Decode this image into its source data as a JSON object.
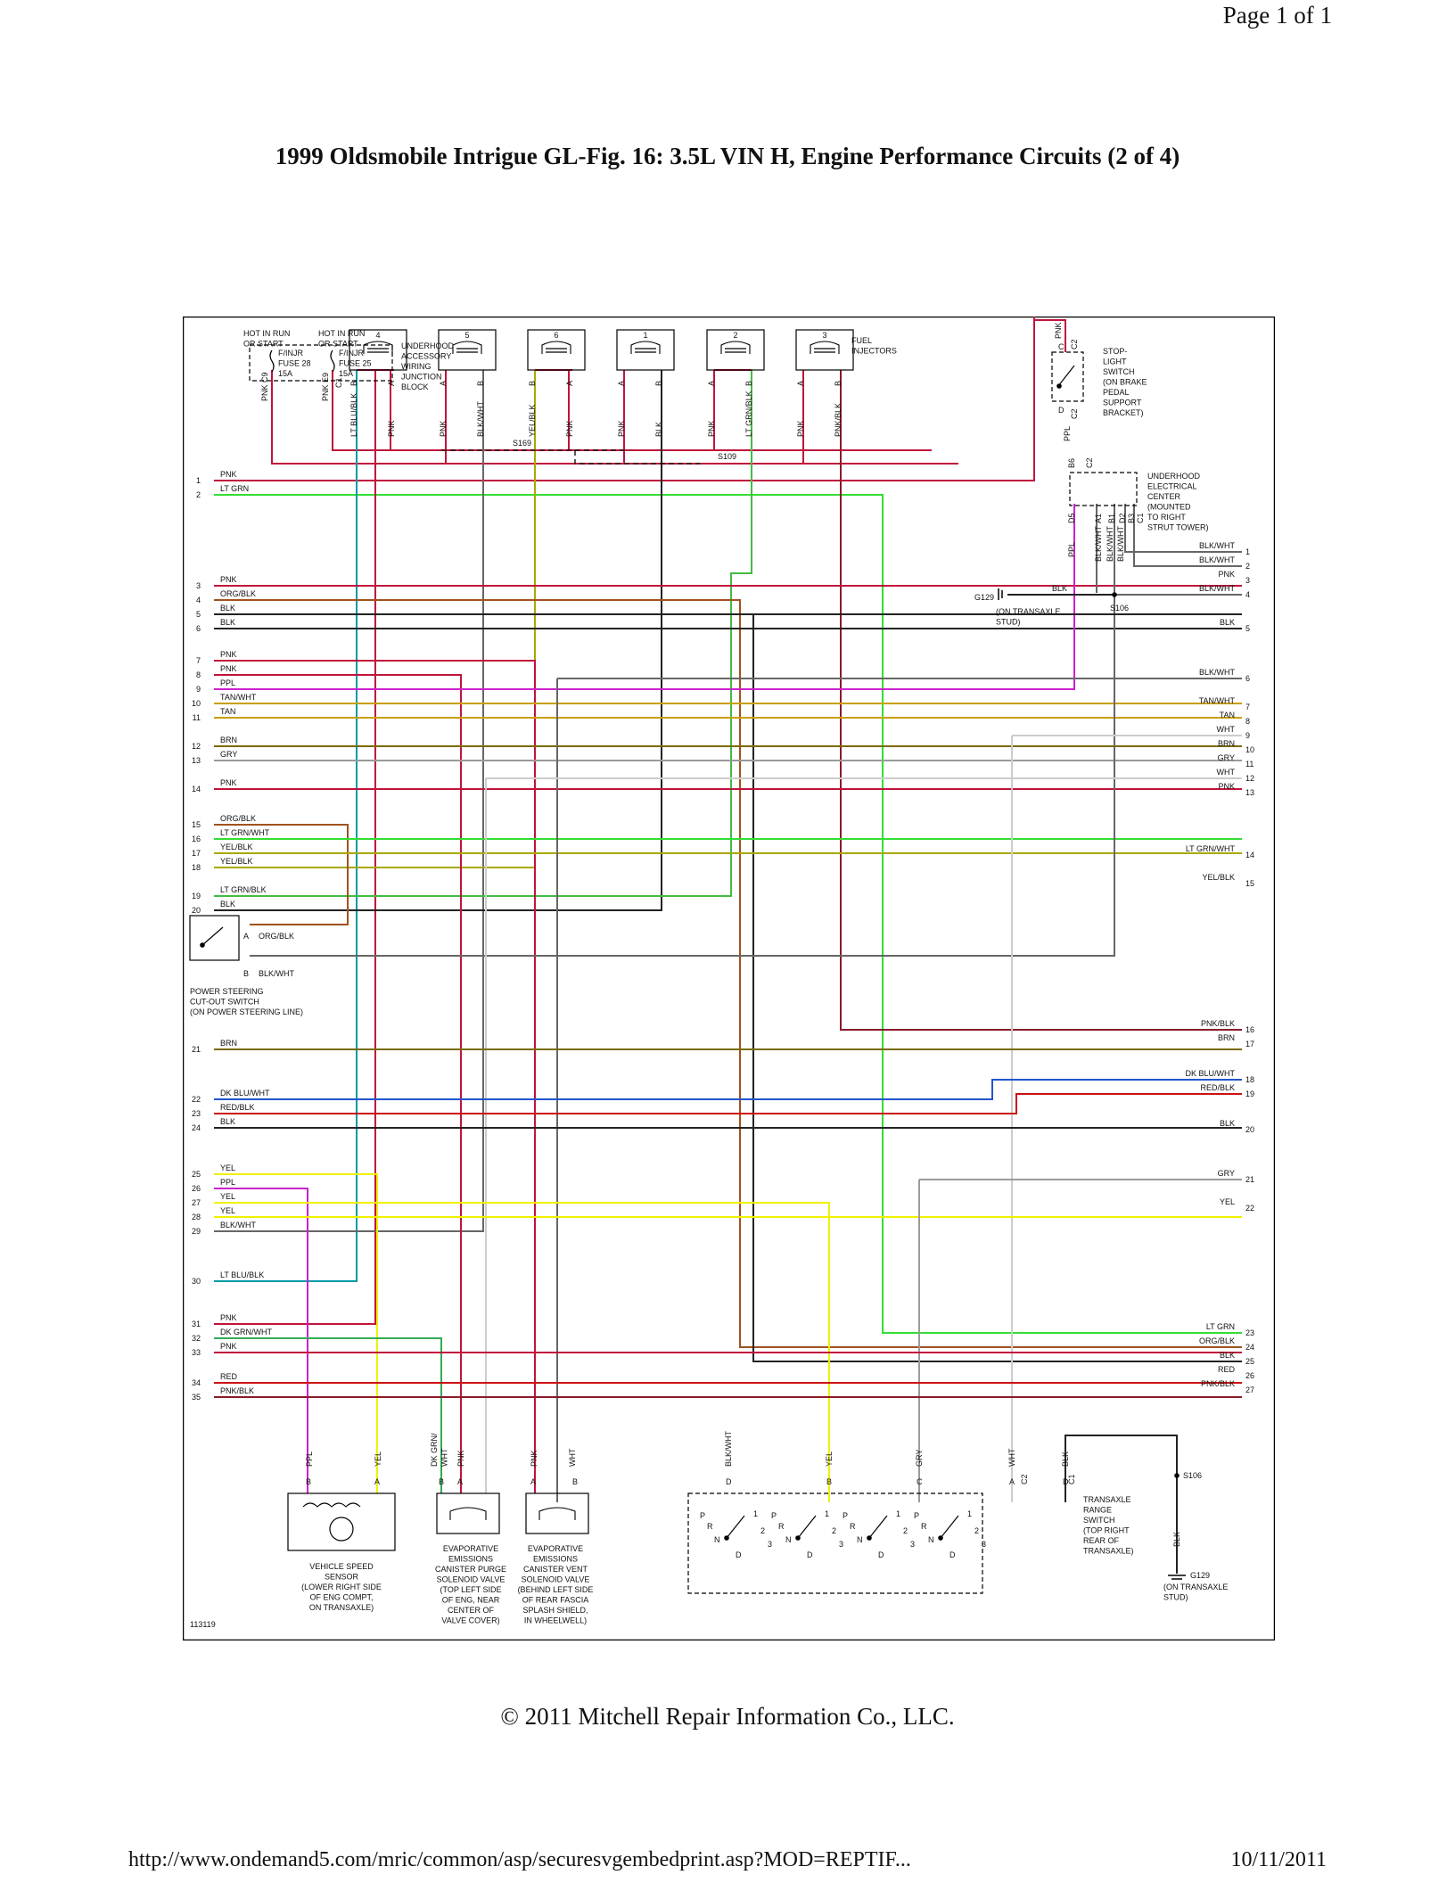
{
  "header": {
    "page": "Page 1 of 1"
  },
  "title": "1999 Oldsmobile Intrigue GL-Fig. 16: 3.5L VIN H, Engine Performance Circuits (2 of 4)",
  "footer": {
    "copyright": "© 2011 Mitchell Repair Information Co., LLC.",
    "url": "http://www.ondemand5.com/mric/common/asp/securesvgembedprint.asp?MOD=REPTIF...",
    "date": "10/11/2011"
  },
  "diagram": {
    "figure_id": "113119",
    "colors": {
      "PNK": "#c0143c",
      "LT GRN": "#33dd33",
      "ORG/BLK": "#a0521e",
      "BLK": "#222222",
      "PPL": "#cc22cc",
      "TAN": "#c8a000",
      "BRN": "#7a6a00",
      "GRY": "#9a9a9a",
      "YEL": "#f0f000",
      "WHT": "#cccccc",
      "LT BLU/BLK": "#0099aa",
      "DK BLU": "#2255cc",
      "RED": "#cc1111",
      "PNK/BLK": "#8a1a2a",
      "LT GRN/BLK": "#44bb44",
      "DK GRN": "#33aa55",
      "YEL/BLK": "#a8a800",
      "BLK/WHT": "#666666"
    },
    "fuse_block": {
      "hot1": "HOT IN RUN\nOR START",
      "hot2": "HOT IN RUN\nOR START",
      "fuse1": "F/INJR\nFUSE 28\n15A",
      "fuse2": "F/INJR\nFUSE 25\n15A",
      "name": "UNDERHOOD\nACCESSORY\nWIRING\nJUNCTION\nBLOCK",
      "pin1": "C9",
      "pin1_wire": "PNK",
      "pin2": "E9",
      "pin2_extra": "C1",
      "pin2_wire": "PNK"
    },
    "injectors": [
      {
        "num": "4",
        "pinL": "B",
        "pinR": "A",
        "wireL": "LT BLU/BLK",
        "wireR": "PNK"
      },
      {
        "num": "5",
        "pinL": "A",
        "pinR": "B",
        "wireL": "PNK",
        "wireR": "BLK/WHT"
      },
      {
        "num": "6",
        "pinL": "B",
        "pinR": "A",
        "wireL": "YEL/BLK",
        "wireR": "PNK"
      },
      {
        "num": "1",
        "pinL": "A",
        "pinR": "B",
        "wireL": "PNK",
        "wireR": "BLK"
      },
      {
        "num": "2",
        "pinL": "A",
        "pinR": "B",
        "wireL": "PNK",
        "wireR": "LT GRN/BLK"
      },
      {
        "num": "3",
        "pinL": "A",
        "pinR": "B",
        "wireL": "PNK",
        "wireR": "PNK/BLK"
      }
    ],
    "fuel_injectors_label": "FUEL\nINJECTORS",
    "splices": {
      "s169": "S169",
      "s109": "S109",
      "s106": "S106",
      "s106b": "S106"
    },
    "stoplight": {
      "wire_top": "PNK",
      "pin_top": "C",
      "conn_top": "C2",
      "pin_bot": "D",
      "conn_bot": "C2",
      "wire_bot": "PPL",
      "name": "STOP-\nLIGHT\nSWITCH\n(ON BRAKE\nPEDAL\nSUPPORT\nBRACKET)"
    },
    "electrical_center": {
      "top_pin": "B6",
      "top_conn": "C2",
      "pins": [
        "D5",
        "A1",
        "B1",
        "D2",
        "B3",
        "C1"
      ],
      "wires": [
        "PPL",
        "BLK/WHT",
        "BLK/WHT",
        "BLK/WHT"
      ],
      "name": "UNDERHOOD\nELECTRICAL\nCENTER\n(MOUNTED\nTO RIGHT\nSTRUT TOWER)"
    },
    "ground_g129": {
      "name": "G129",
      "wire": "BLK",
      "note": "(ON TRANSAXLE\nSTUD)"
    },
    "left_rows": [
      {
        "n": "1",
        "c": "PNK"
      },
      {
        "n": "2",
        "c": "LT GRN"
      },
      {
        "n": "3",
        "c": "PNK"
      },
      {
        "n": "4",
        "c": "ORG/BLK"
      },
      {
        "n": "5",
        "c": "BLK"
      },
      {
        "n": "6",
        "c": "BLK"
      },
      {
        "n": "7",
        "c": "PNK"
      },
      {
        "n": "8",
        "c": "PNK"
      },
      {
        "n": "9",
        "c": "PPL"
      },
      {
        "n": "10",
        "c": "TAN/WHT"
      },
      {
        "n": "11",
        "c": "TAN"
      },
      {
        "n": "12",
        "c": "BRN"
      },
      {
        "n": "13",
        "c": "GRY"
      },
      {
        "n": "14",
        "c": "PNK"
      },
      {
        "n": "15",
        "c": "ORG/BLK"
      },
      {
        "n": "16",
        "c": "LT GRN/WHT"
      },
      {
        "n": "17",
        "c": "YEL/BLK"
      },
      {
        "n": "18",
        "c": "YEL/BLK"
      },
      {
        "n": "19",
        "c": "LT GRN/BLK"
      },
      {
        "n": "20",
        "c": "BLK"
      },
      {
        "n": "21",
        "c": "BRN"
      },
      {
        "n": "22",
        "c": "DK BLU/WHT"
      },
      {
        "n": "23",
        "c": "RED/BLK"
      },
      {
        "n": "24",
        "c": "BLK"
      },
      {
        "n": "25",
        "c": "YEL"
      },
      {
        "n": "26",
        "c": "PPL"
      },
      {
        "n": "27",
        "c": "YEL"
      },
      {
        "n": "28",
        "c": "YEL"
      },
      {
        "n": "29",
        "c": "BLK/WHT"
      },
      {
        "n": "30",
        "c": "LT BLU/BLK"
      },
      {
        "n": "31",
        "c": "PNK"
      },
      {
        "n": "32",
        "c": "DK GRN/WHT"
      },
      {
        "n": "33",
        "c": "PNK"
      },
      {
        "n": "34",
        "c": "RED"
      },
      {
        "n": "35",
        "c": "PNK/BLK"
      }
    ],
    "right_rows": [
      {
        "n": "1",
        "c": "BLK/WHT"
      },
      {
        "n": "2",
        "c": "BLK/WHT"
      },
      {
        "n": "3",
        "c": "PNK"
      },
      {
        "n": "4",
        "c": "BLK/WHT"
      },
      {
        "n": "5",
        "c": "BLK"
      },
      {
        "n": "6",
        "c": "BLK/WHT"
      },
      {
        "n": "7",
        "c": "TAN/WHT"
      },
      {
        "n": "8",
        "c": "TAN"
      },
      {
        "n": "9",
        "c": "WHT"
      },
      {
        "n": "10",
        "c": "BRN"
      },
      {
        "n": "11",
        "c": "GRY"
      },
      {
        "n": "12",
        "c": "WHT"
      },
      {
        "n": "13",
        "c": "PNK"
      },
      {
        "n": "14",
        "c": "LT GRN/WHT"
      },
      {
        "n": "15",
        "c": "YEL/BLK"
      },
      {
        "n": "16",
        "c": "PNK/BLK"
      },
      {
        "n": "17",
        "c": "BRN"
      },
      {
        "n": "18",
        "c": "DK BLU/WHT"
      },
      {
        "n": "19",
        "c": "RED/BLK"
      },
      {
        "n": "20",
        "c": "BLK"
      },
      {
        "n": "21",
        "c": "GRY"
      },
      {
        "n": "22",
        "c": "YEL"
      },
      {
        "n": "23",
        "c": "LT GRN"
      },
      {
        "n": "24",
        "c": "ORG/BLK"
      },
      {
        "n": "25",
        "c": "BLK"
      },
      {
        "n": "26",
        "c": "RED"
      },
      {
        "n": "27",
        "c": "PNK/BLK"
      }
    ],
    "ps_switch": {
      "pinA": "A",
      "wireA": "ORG/BLK",
      "pinB": "B",
      "wireB": "BLK/WHT",
      "name": "POWER STEERING\nCUT-OUT SWITCH\n(ON POWER STEERING LINE)"
    },
    "vss": {
      "pinB": "B",
      "pinA": "A",
      "wireB": "PPL",
      "wireA": "YEL",
      "name": "VEHICLE SPEED\nSENSOR\n(LOWER RIGHT SIDE\nOF ENG COMPT,\nON TRANSAXLE)"
    },
    "purge": {
      "pinB": "B",
      "pinA": "A",
      "wireB": "DK GRN/\nWHT",
      "wireA": "PNK",
      "name": "EVAPORATIVE\nEMISSIONS\nCANISTER PURGE\nSOLENOID VALVE\n(TOP LEFT SIDE\nOF ENG, NEAR\nCENTER OF\nVALVE COVER)"
    },
    "vent": {
      "pinA": "A",
      "pinB": "B",
      "wireA": "PNK",
      "wireB": "WHT",
      "name": "EVAPORATIVE\nEMISSIONS\nCANISTER VENT\nSOLENOID VALVE\n(BEHIND LEFT SIDE\nOF REAR FASCIA\nSPLASH SHIELD,\nIN WHEELWELL)"
    },
    "trs": {
      "pins": [
        {
          "pin": "D",
          "wire": "BLK/WHT"
        },
        {
          "pin": "B",
          "wire": "YEL"
        },
        {
          "pin": "C",
          "wire": "GRY"
        },
        {
          "pin": "A",
          "wire": "WHT"
        },
        {
          "pin": "D",
          "wire": "BLK"
        }
      ],
      "conn2": "C2",
      "conn1": "C1",
      "gears": [
        "P",
        "R",
        "N",
        "D",
        "1",
        "2",
        "3"
      ],
      "name": "TRANSAXLE\nRANGE\nSWITCH\n(TOP RIGHT\nREAR OF\nTRANSAXLE)",
      "ground_wire": "BLK",
      "ground": "G129",
      "ground_note": "(ON TRANSAXLE\nSTUD)"
    }
  }
}
